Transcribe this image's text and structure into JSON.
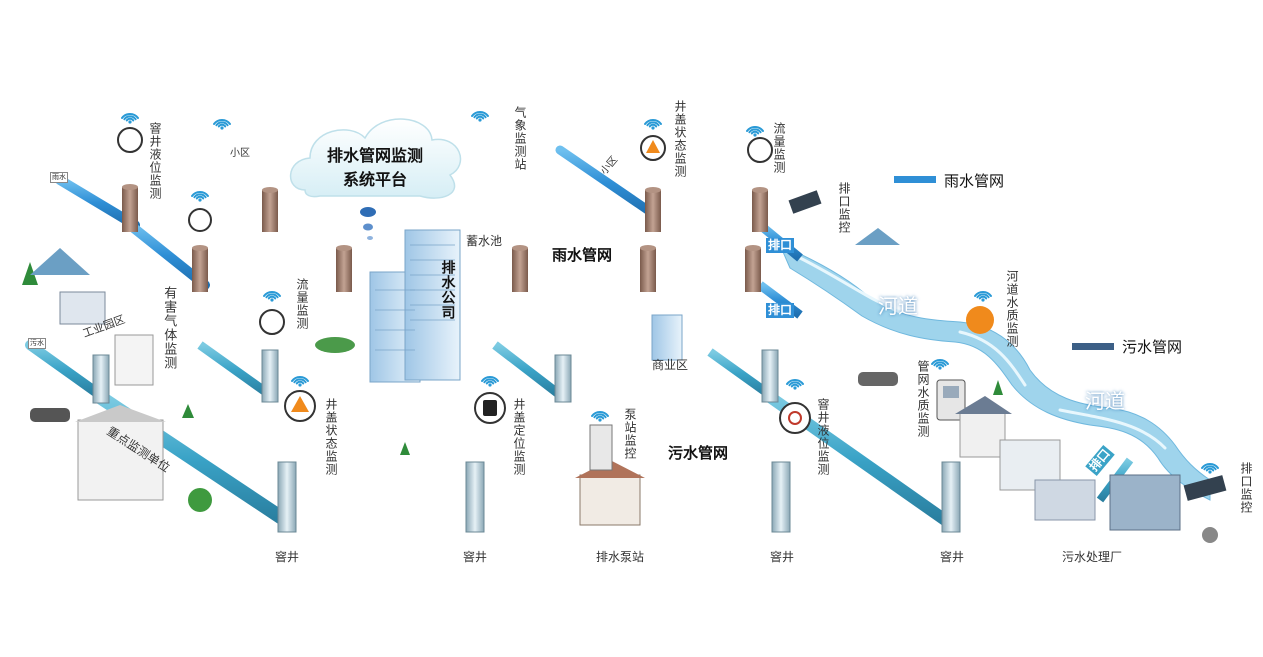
{
  "platform": {
    "line1": "排水管网监测",
    "line2": "系统平台"
  },
  "legend": [
    {
      "label": "雨水管网",
      "color": "#2f8fd6"
    },
    {
      "label": "污水管网",
      "color": "#3c5f86"
    }
  ],
  "network_labels": {
    "rain": "雨水管网",
    "sewage": "污水管网"
  },
  "rivers": [
    "河道",
    "河道"
  ],
  "company": "排水公司",
  "outfalls": [
    "排口",
    "排口",
    "排口"
  ],
  "pipe_tags": {
    "rain": "雨水",
    "sewage": "污水"
  },
  "zones": {
    "xiaoqu_1": "小区",
    "xiaoqu_2": "小区",
    "industrial": "工业园区",
    "commercial": "商业区",
    "key_unit": "重点监测单位",
    "reservoir": "蓄水池"
  },
  "monitors": {
    "manhole_level_top": "窨井液位监测",
    "weather": "气象监测站",
    "cover_status_top": "井盖状态监测",
    "flow_top": "流量监测",
    "outfall_top": "排口监控",
    "gas": "有害气体监测",
    "flow_mid": "流量监测",
    "river_quality": "河道水质监测",
    "pipe_quality": "管网水质监测",
    "cover_status": "井盖状态监测",
    "cover_position": "井盖定位监测",
    "pump_station": "泵站监控",
    "manhole_level": "窨井液位监测",
    "outfall_right": "排口监控"
  },
  "bottom_labels": [
    "窨井",
    "窨井",
    "排水泵站",
    "窨井",
    "窨井",
    "污水处理厂"
  ],
  "colors": {
    "rain_pipe": "#2f8fd6",
    "sewage_pipe": "#3aa3c7",
    "sewage_legend": "#3c5f86",
    "river": "#8fcdea",
    "manhole": "#9a7a6a",
    "alert": "#f08a1c"
  }
}
